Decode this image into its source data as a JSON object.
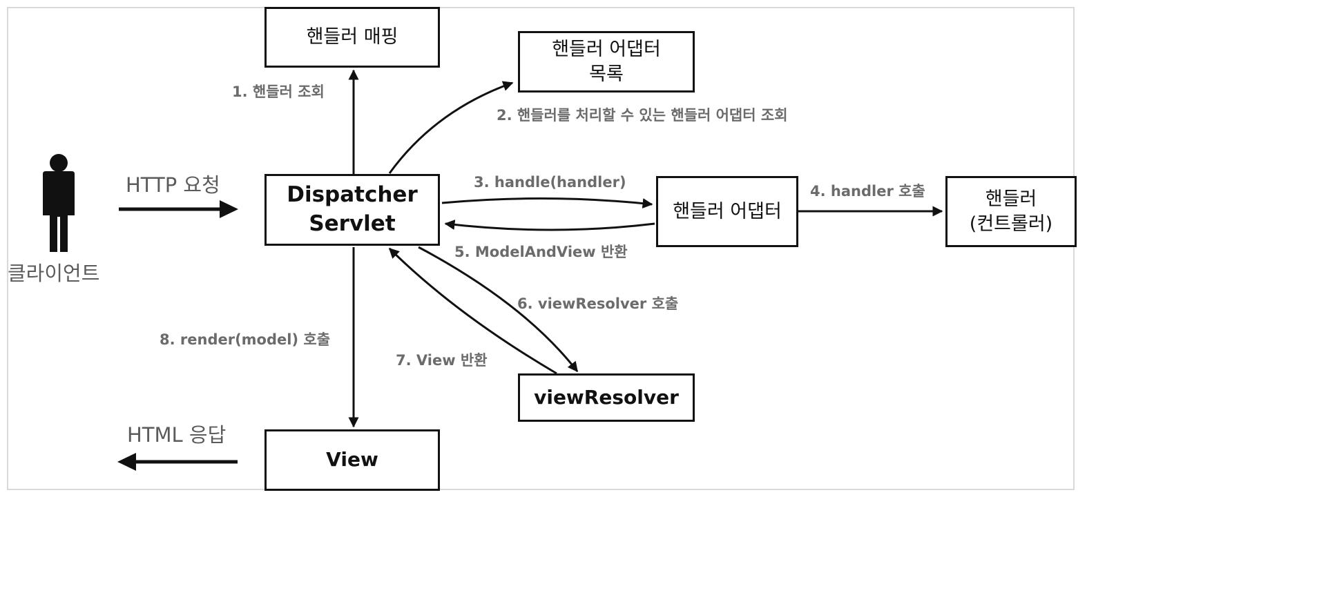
{
  "actors": {
    "client": "클라이언트"
  },
  "boxes": {
    "handler_mapping": "핸들러 매핑",
    "handler_adapter_list": "핸들러 어댑터\n목록",
    "dispatcher_servlet": "Dispatcher\nServlet",
    "handler_adapter": "핸들러 어댑터",
    "handler": "핸들러\n(컨트롤러)",
    "view_resolver": "viewResolver",
    "view": "View"
  },
  "labels": {
    "http_request": "HTTP 요청",
    "html_response": "HTML 응답",
    "step1": "1. 핸들러 조회",
    "step2": "2. 핸들러를 처리할 수 있는 핸들러 어댑터 조회",
    "step3": "3. handle(handler)",
    "step4": "4. handler 호출",
    "step5": "5. ModelAndView 반환",
    "step6": "6. viewResolver 호출",
    "step7": "7. View 반환",
    "step8": "8. render(model) 호출"
  },
  "colors": {
    "stroke": "#111111",
    "label": "#6b6b6b",
    "frame": "#d9d9d9"
  }
}
